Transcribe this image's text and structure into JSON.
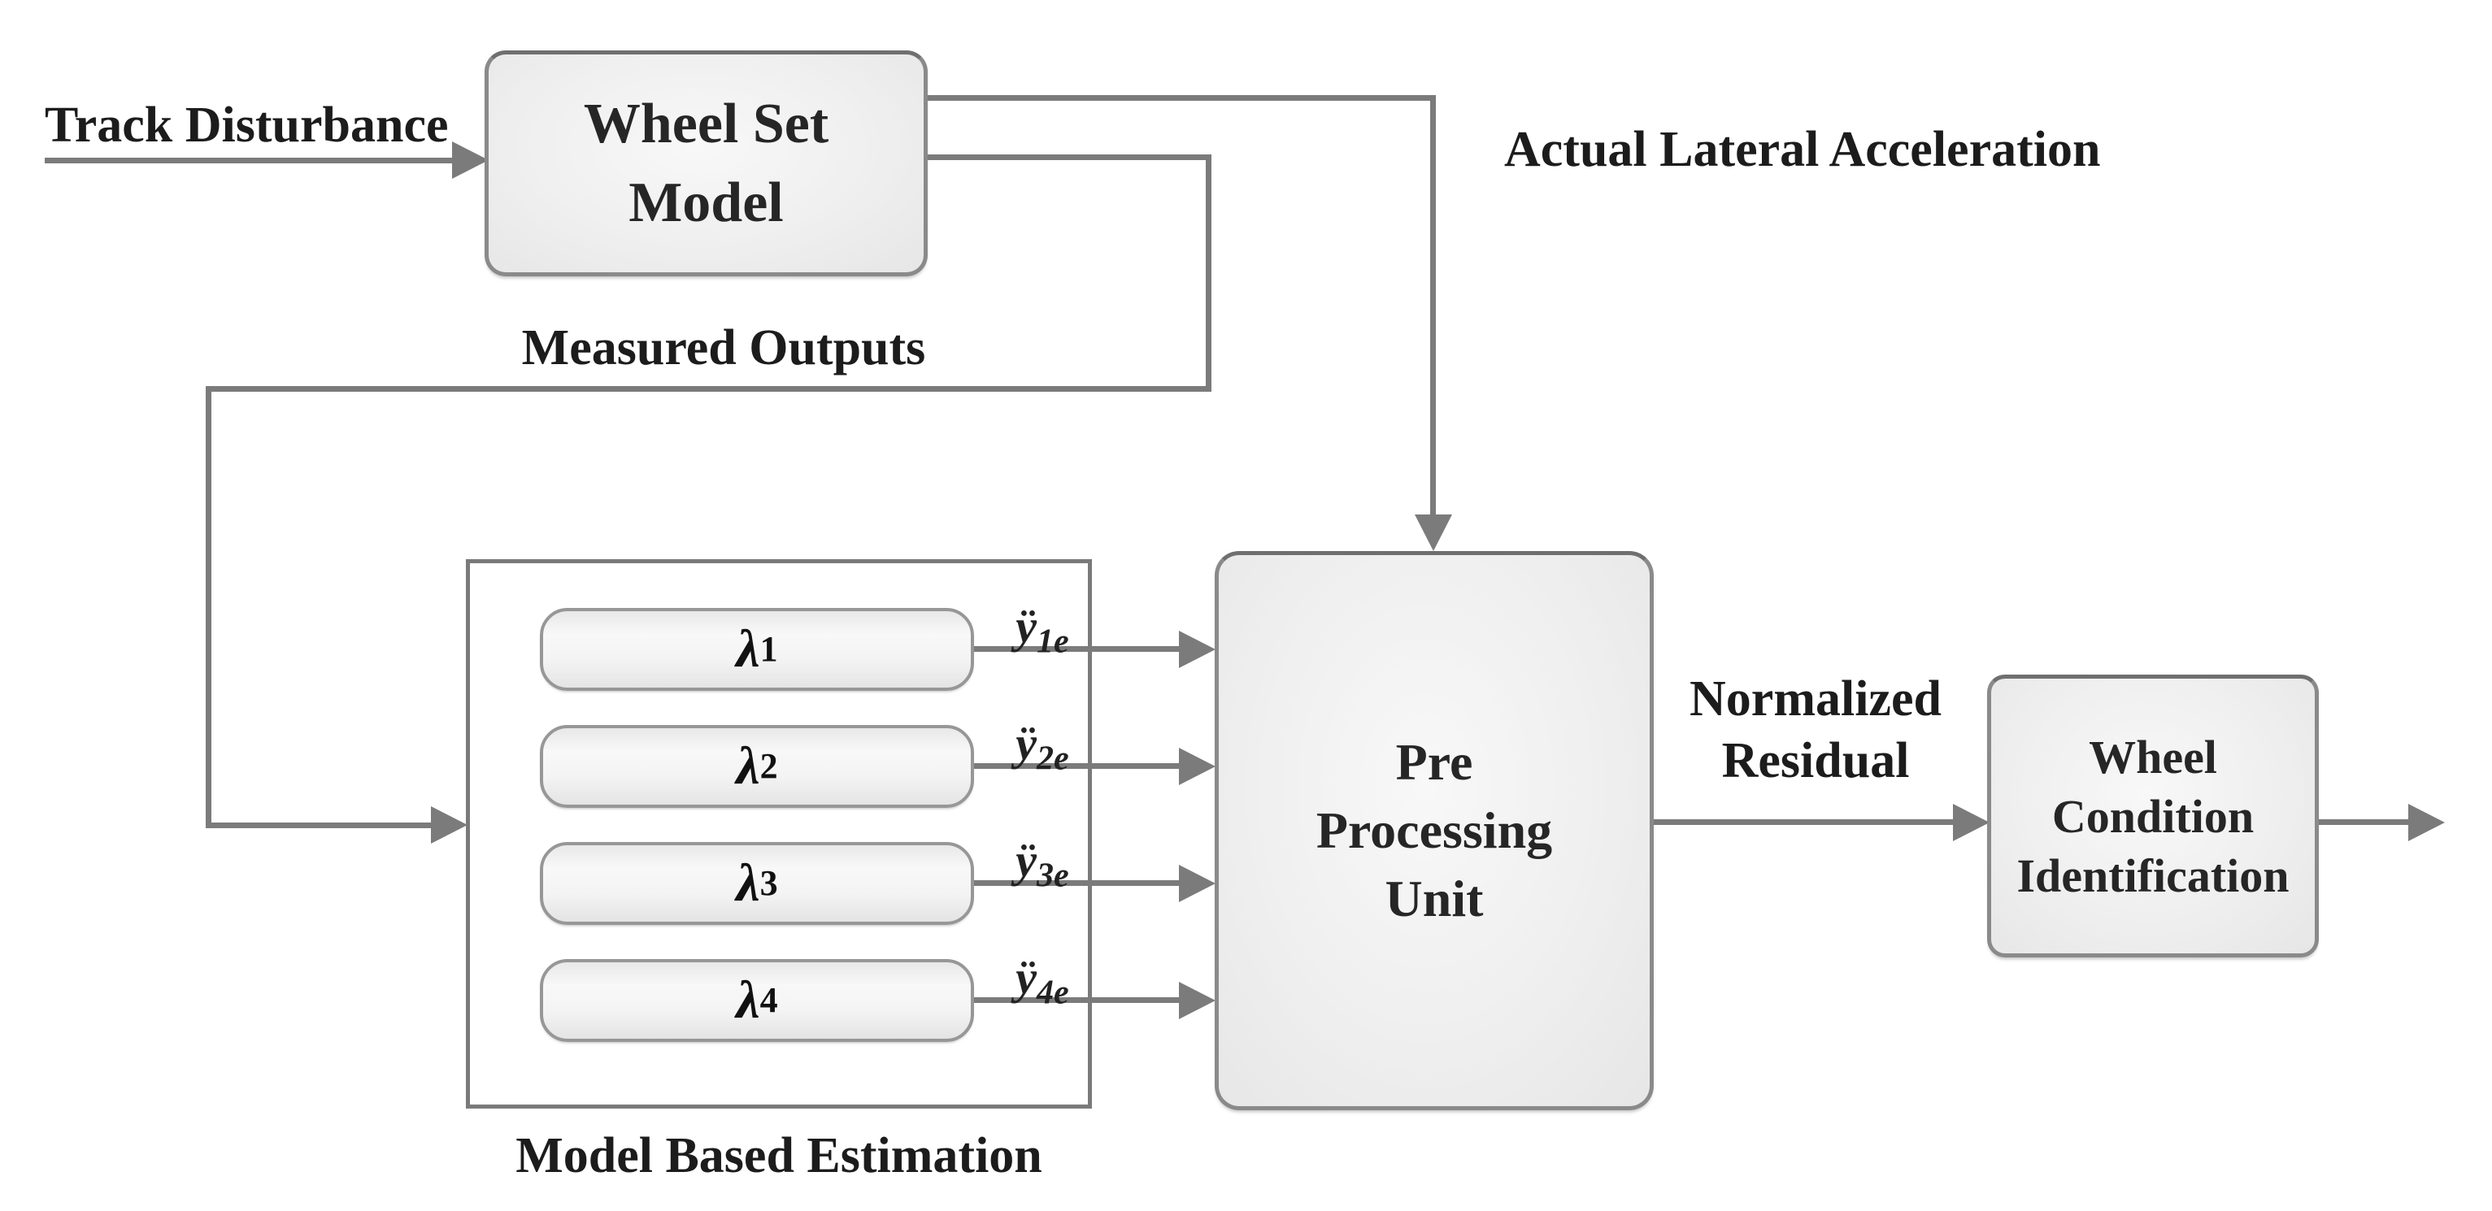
{
  "diagram": {
    "labels": {
      "track_disturbance": "Track Disturbance",
      "actual_lateral_acceleration": "Actual Lateral Acceleration",
      "measured_outputs": "Measured Outputs",
      "normalized_residual": {
        "line1": "Normalized",
        "line2": "Residual"
      },
      "model_based_estimation": "Model Based Estimation"
    },
    "boxes": {
      "wheel_set_model": {
        "line1": "Wheel Set",
        "line2": "Model"
      },
      "pre_processing_unit": {
        "line1": "Pre",
        "line2": "Processing",
        "line3": "Unit"
      },
      "wheel_condition_identification": {
        "line1": "Wheel",
        "line2": "Condition",
        "line3": "Identification"
      }
    },
    "estimators": [
      {
        "symbol": "λ",
        "subscript": "1",
        "output_base": "ÿ",
        "output_subscript": "1e"
      },
      {
        "symbol": "λ",
        "subscript": "2",
        "output_base": "ÿ",
        "output_subscript": "2e"
      },
      {
        "symbol": "λ",
        "subscript": "3",
        "output_base": "ÿ",
        "output_subscript": "3e"
      },
      {
        "symbol": "λ",
        "subscript": "4",
        "output_base": "ÿ",
        "output_subscript": "4e"
      }
    ],
    "colors": {
      "background": "#ffffff",
      "line_gray": "#7b7b7b",
      "box_border": "#8a8a8a",
      "box_border_top": "#6f6f6f",
      "container_border": "#7a7a7a",
      "box_fill_light": "#f8f8f8",
      "box_fill_dark": "#e6e6e6",
      "text": "#1f1f1f"
    }
  }
}
